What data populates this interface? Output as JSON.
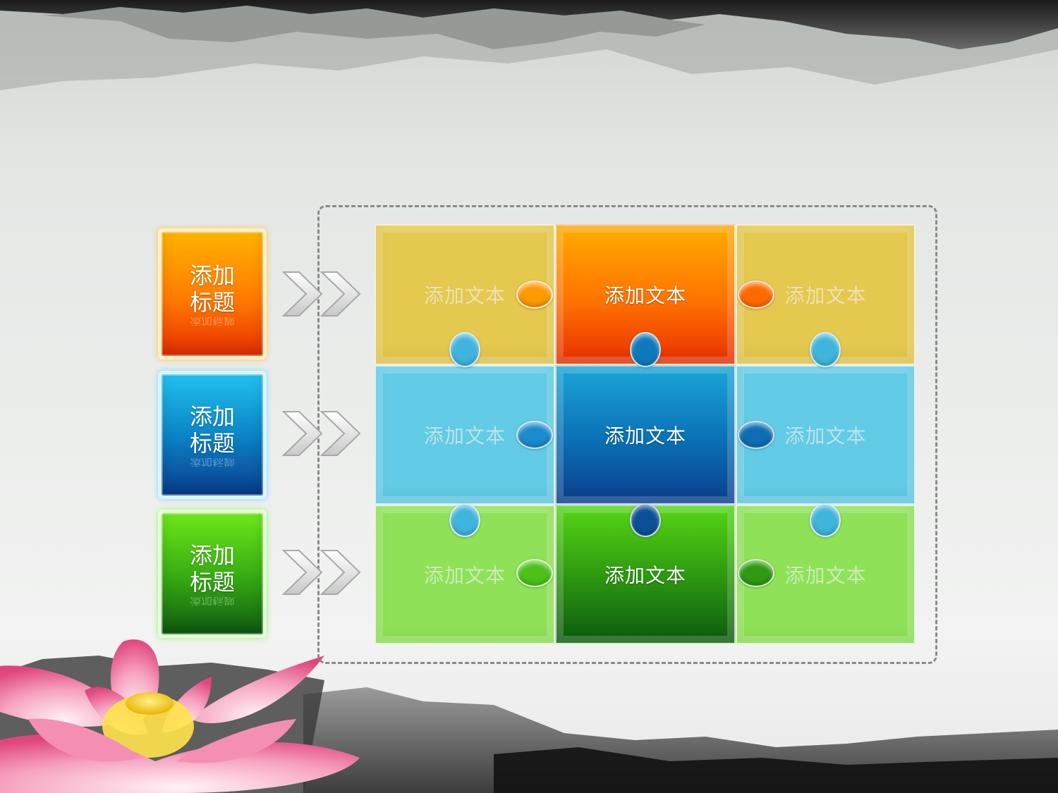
{
  "titles": [
    {
      "label": "添加标题",
      "theme": "orange",
      "color": "#ff7a00"
    },
    {
      "label": "添加标题",
      "theme": "blue",
      "color": "#0a85c6"
    },
    {
      "label": "添加标题",
      "theme": "green",
      "color": "#34a812"
    }
  ],
  "puzzle": {
    "rows": [
      [
        "添加文本",
        "添加文本",
        "添加文本"
      ],
      [
        "添加文本",
        "添加文本",
        "添加文本"
      ],
      [
        "添加文本",
        "添加文本",
        "添加文本"
      ]
    ]
  },
  "icons": {
    "arrows": "double-chevron-right-icon",
    "flower": "lotus-flower"
  }
}
